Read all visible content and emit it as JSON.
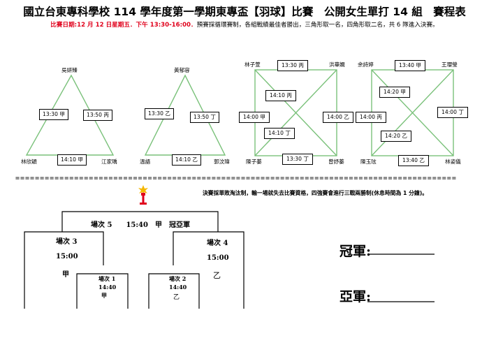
{
  "title": "國立台東專科學校 114 學年度第一學期東專盃【羽球】比賽　公開女生單打 14 組　賽程表",
  "subtitle_red": "比賽日期:12 月 12 日星期五．下午 13:30-16:00．",
  "subtitle_rest": "預賽採循環賽制，各組戰績最佳者勝出，三角形取一名，四角形取二名，共 6 隊進入決賽。",
  "groups": {
    "g1": {
      "top": "吳妍臻",
      "left": "林欣穎",
      "right": "江家瑀",
      "left_side": "13:30 甲",
      "right_side": "13:50 丙",
      "bottom": "14:10 甲"
    },
    "g2": {
      "top": "黃郁容",
      "left": "溫語",
      "right": "郭汶瑋",
      "left_side": "13:30 乙",
      "right_side": "13:50 丁",
      "bottom": "14:10 乙"
    },
    "g3": {
      "tl": "林子萱",
      "tr": "洪華嫻",
      "bl": "陳子蓁",
      "br": "曾妤蓁",
      "top": "13:30 丙",
      "diag1": "14:10 丙",
      "left": "14:00 甲",
      "right": "14:00 乙",
      "diag2": "14:10 丁",
      "bottom": "13:30 丁"
    },
    "g4": {
      "tl": "余詩婷",
      "tr": "王瓔瑩",
      "bl": "陳玉玹",
      "br": "林姿儀",
      "top": "13:40 甲",
      "diag1": "14:20 甲",
      "left": "14:00 丙",
      "right": "14:00 丁",
      "diag2": "14:20 乙",
      "bottom": "13:40 乙"
    }
  },
  "dash_line": "==========================================================================================",
  "final_note": "決賽採單敗淘汰制，輸一場就失去比賽資格，四強賽會進行三戰兩勝制(休息時間為 1 分鐘)。",
  "bracket": {
    "final": "場次 5　　15:40　甲　冠亞軍",
    "m3": {
      "label": "場次 3",
      "time": "15:00",
      "court": "甲"
    },
    "m4": {
      "label": "場次 4",
      "time": "15:00",
      "court": "乙"
    },
    "m1": {
      "label": "場次 1",
      "time": "14:40",
      "court": "甲"
    },
    "m2": {
      "label": "場次 2",
      "time": "14:40",
      "court": "乙"
    }
  },
  "champion_label": "冠軍:",
  "runner_up_label": "亞軍:",
  "colors": {
    "accent_red": "#e0001b",
    "trophy_red": "#e0001b",
    "trophy_gold": "#f5b700"
  },
  "icons": {
    "trophy": "trophy-icon"
  }
}
